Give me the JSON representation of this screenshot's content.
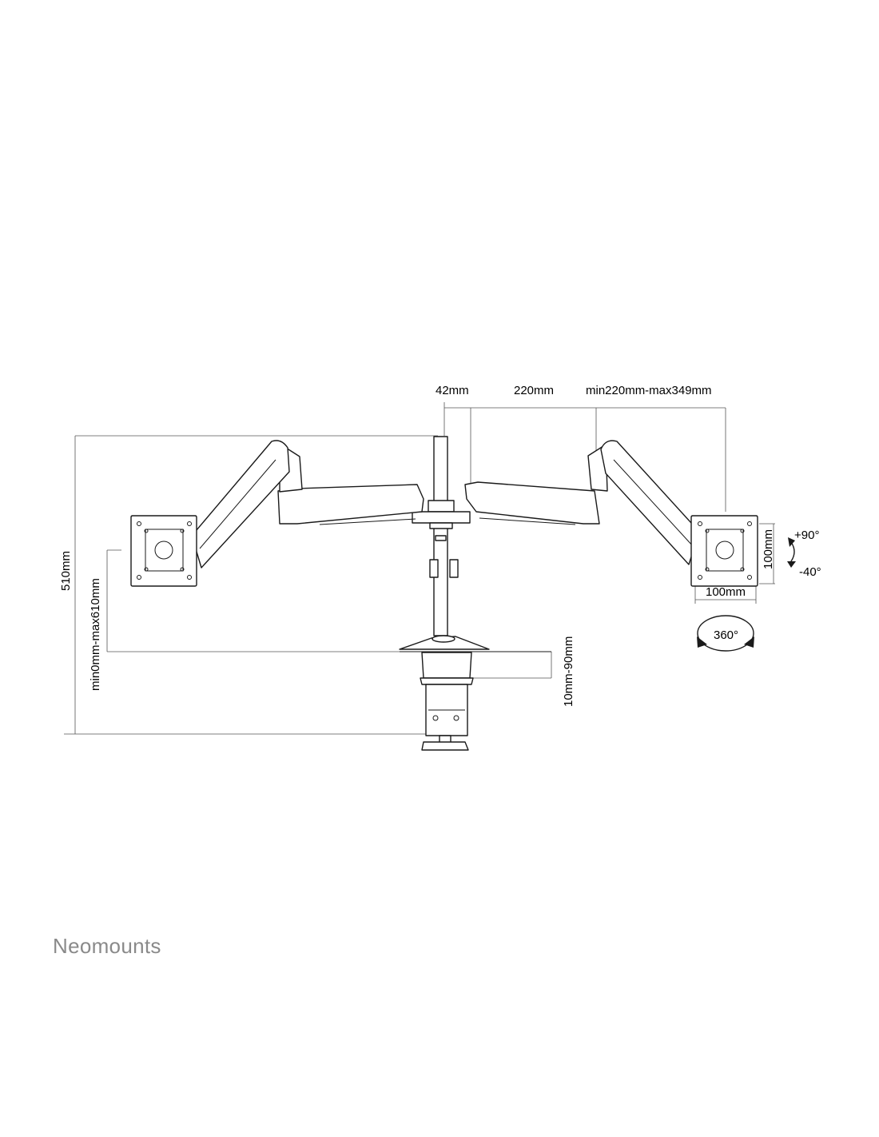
{
  "brand": {
    "name": "Neomounts",
    "color": "#8a8a8a"
  },
  "dimensions": {
    "pole_offset": "42mm",
    "arm_segment": "220mm",
    "arm_reach": "min220mm-max349mm",
    "total_height": "510mm",
    "height_adjust": "min0mm-max610mm",
    "desk_thickness": "10mm-90mm",
    "vesa_height": "100mm",
    "vesa_width": "100mm",
    "tilt_up": "+90°",
    "tilt_down": "-40°",
    "rotation": "360°"
  },
  "colors": {
    "line": "#1a1a1a",
    "dimension_line": "#555555",
    "background": "#ffffff"
  }
}
